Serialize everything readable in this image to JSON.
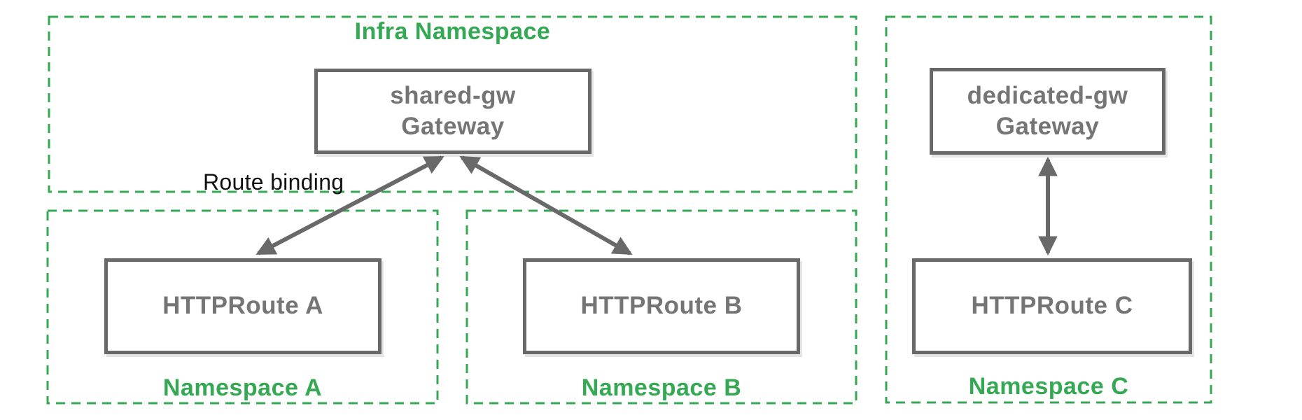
{
  "colors": {
    "namespace_green": "#34a853",
    "node_border_gray": "#696969",
    "node_text_gray": "#757575",
    "annotation_black": "#111111"
  },
  "namespaces": {
    "infra": {
      "title": "Infra Namespace"
    },
    "a": {
      "title": "Namespace A"
    },
    "b": {
      "title": "Namespace B"
    },
    "c": {
      "title": "Namespace C"
    }
  },
  "nodes": {
    "shared_gateway": {
      "name": "shared-gw",
      "kind": "Gateway"
    },
    "dedicated_gateway": {
      "name": "dedicated-gw",
      "kind": "Gateway"
    },
    "route_a": {
      "label": "HTTPRoute A"
    },
    "route_b": {
      "label": "HTTPRoute B"
    },
    "route_c": {
      "label": "HTTPRoute C"
    }
  },
  "annotations": {
    "route_binding": "Route binding"
  }
}
